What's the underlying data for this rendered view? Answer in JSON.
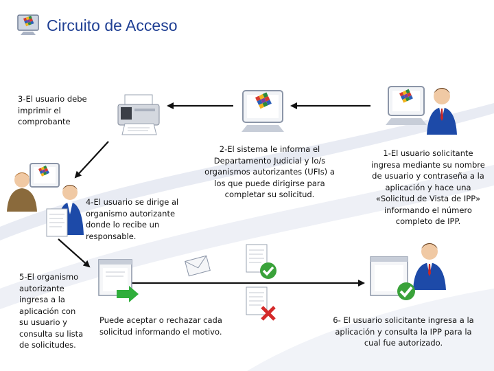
{
  "title": "Circuito de Acceso",
  "steps": {
    "step1": "1-El usuario solicitante\ningresa mediante su nombre\nde usuario y contraseña a la\naplicación y hace una\n«Solicitud de Vista de IPP»\ninformando el número\ncompleto de IPP.",
    "step2": "2-El sistema le informa el\nDepartamento Judicial y lo/s\norganismos autorizantes (UFIs) a\nlos que puede dirigirse para\ncompletar su solicitud.",
    "step3": "3-El usuario debe\nimprimir el\ncomprobante",
    "step4": "4-El usuario se dirige al\norganismo autorizante\ndonde lo recibe un\nresponsable.",
    "step5": "5-El organismo\nautorizante\ningresa a la\naplicación con\nsu usuario y\nconsulta su lista\nde solicitudes.",
    "step6": "6- El usuario solicitante ingresa a la\naplicación y consulta la IPP para la\ncual fue autorizado.",
    "decision": "Puede aceptar o rechazar cada\nsolicitud informando el motivo."
  },
  "colors": {
    "title": "#1f3f93",
    "arrow": "#111111",
    "approve": "#3aa23a",
    "reject": "#d42a2a",
    "forward": "#2fae3b",
    "suit": "#1d4aa8",
    "swoosh": "#dfe3ee"
  }
}
